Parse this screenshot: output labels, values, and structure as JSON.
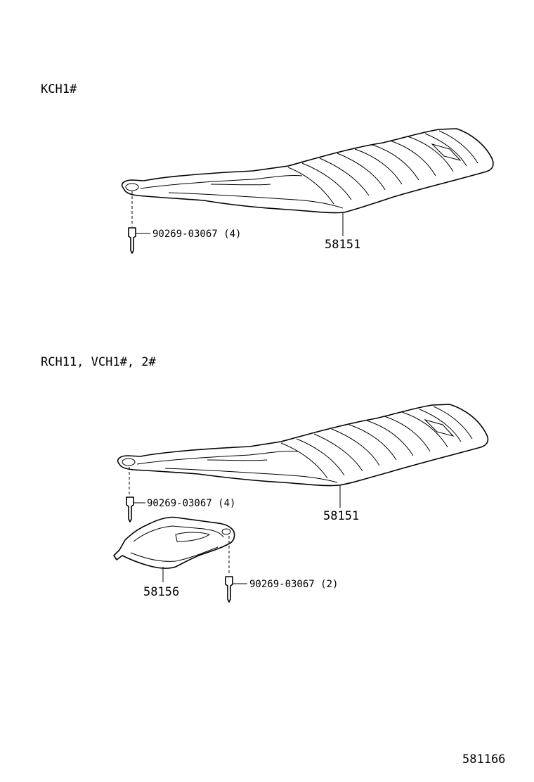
{
  "section_top": {
    "model_label": "KCH1#",
    "main_part_number": "58151",
    "fastener_label": "90269-03067 (4)"
  },
  "section_bottom": {
    "model_label": "RCH11, VCH1#, 2#",
    "main_part_number": "58151",
    "main_fastener_label": "90269-03067 (4)",
    "small_part_number": "58156",
    "small_fastener_label": "90269-03067 (2)"
  },
  "diagram_code": "581166"
}
